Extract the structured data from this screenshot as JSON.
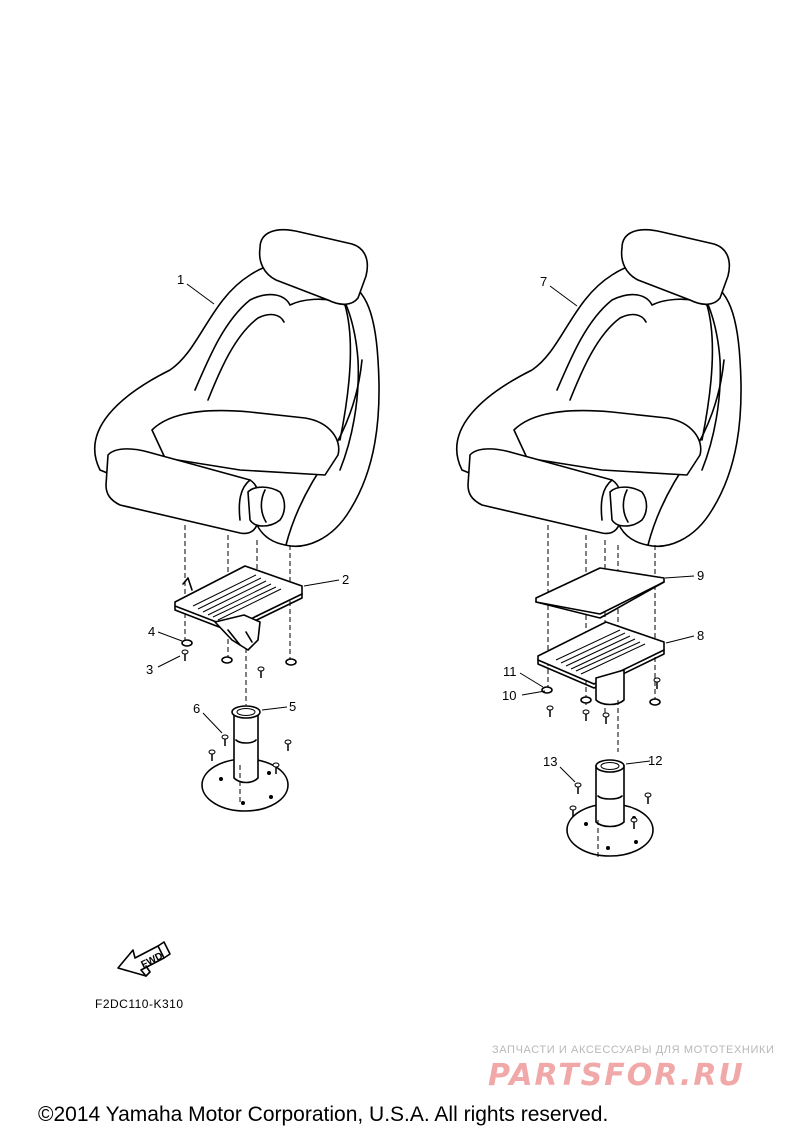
{
  "callouts": {
    "c1": "1",
    "c2": "2",
    "c3": "3",
    "c4": "4",
    "c5": "5",
    "c6": "6",
    "c7": "7",
    "c8": "8",
    "c9": "9",
    "c10": "10",
    "c11": "11",
    "c12": "12",
    "c13": "13"
  },
  "fwd_label": "FWD",
  "diagram_code": "F2DC110-K310",
  "watermark": {
    "subtitle": "ЗАПЧАСТИ И АКСЕССУАРЫ ДЛЯ МОТОТЕХНИКИ",
    "logo": "PARTSFOR.RU"
  },
  "copyright": "©2014 Yamaha Motor Corporation, U.S.A. All rights reserved."
}
